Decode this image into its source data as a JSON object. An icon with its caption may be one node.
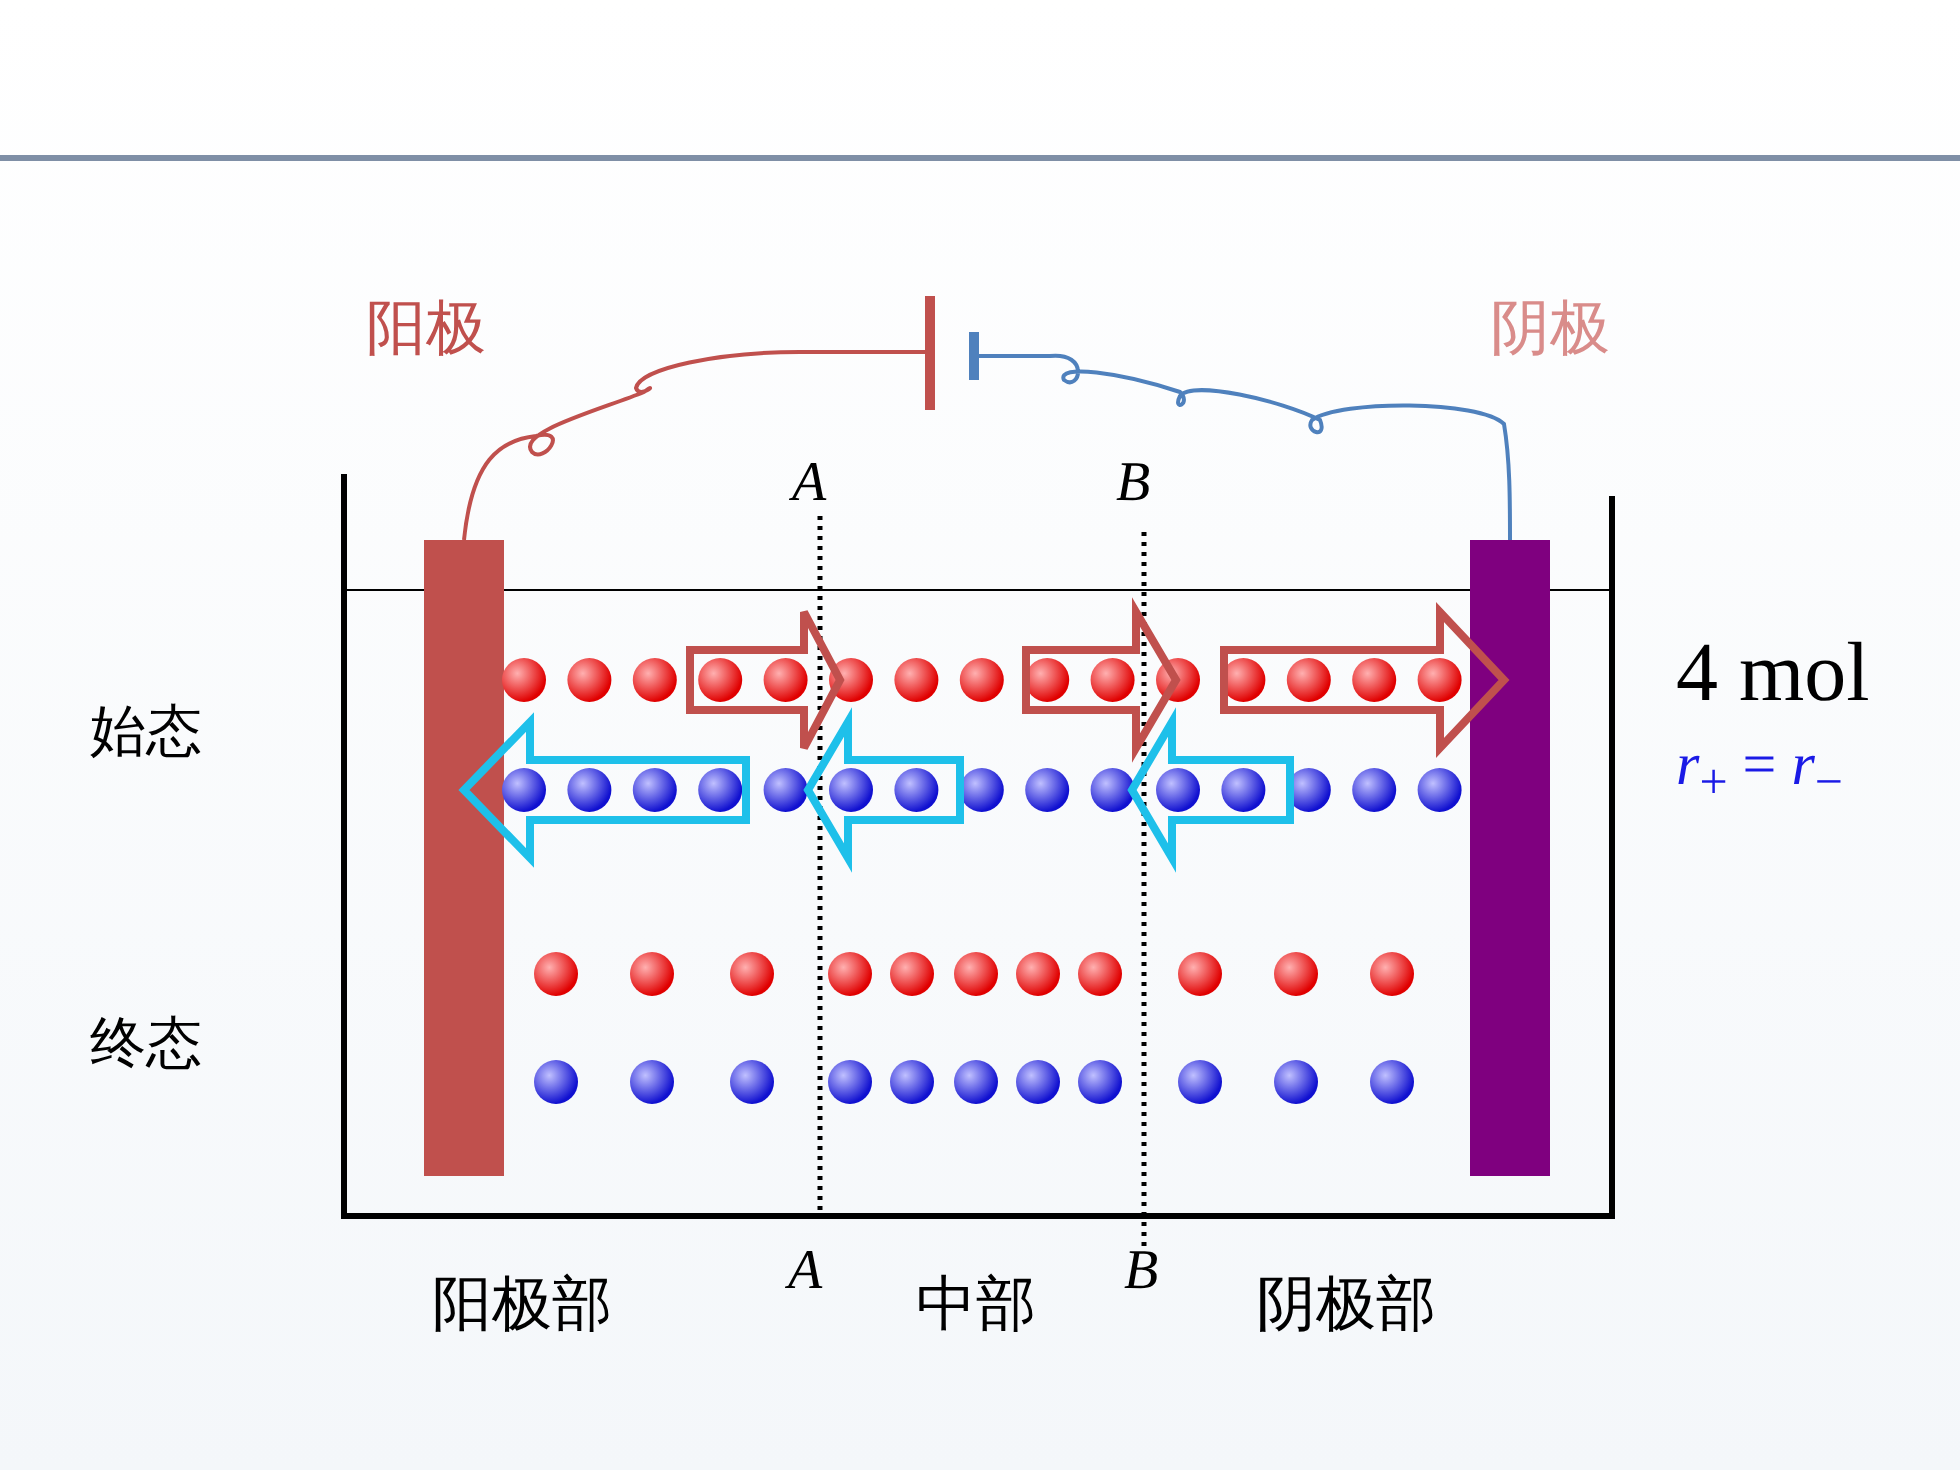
{
  "diagram": {
    "nodes": [
      {
        "text": [],
        "shape": "bar"
      },
      {
        "text": [],
        "shape": "battery"
      },
      {
        "text": [],
        "shape": "bar"
      }
    ],
    "edges": [
      {
        "from": 0,
        "to": 1,
        "arrow": "none",
        "color": "#c0504d"
      },
      {
        "from": 1,
        "to": 2,
        "arrow": "none",
        "color": "#4f81bd"
      }
    ],
    "labels": [
      "阳极",
      "阴极",
      "A",
      "B",
      "4 mol",
      "*r*$_{+}$ = *r*$_{−}$",
      "始态",
      "终态",
      "阳极部",
      "A",
      "中部",
      "B",
      "阴极部"
    ]
  }
}
